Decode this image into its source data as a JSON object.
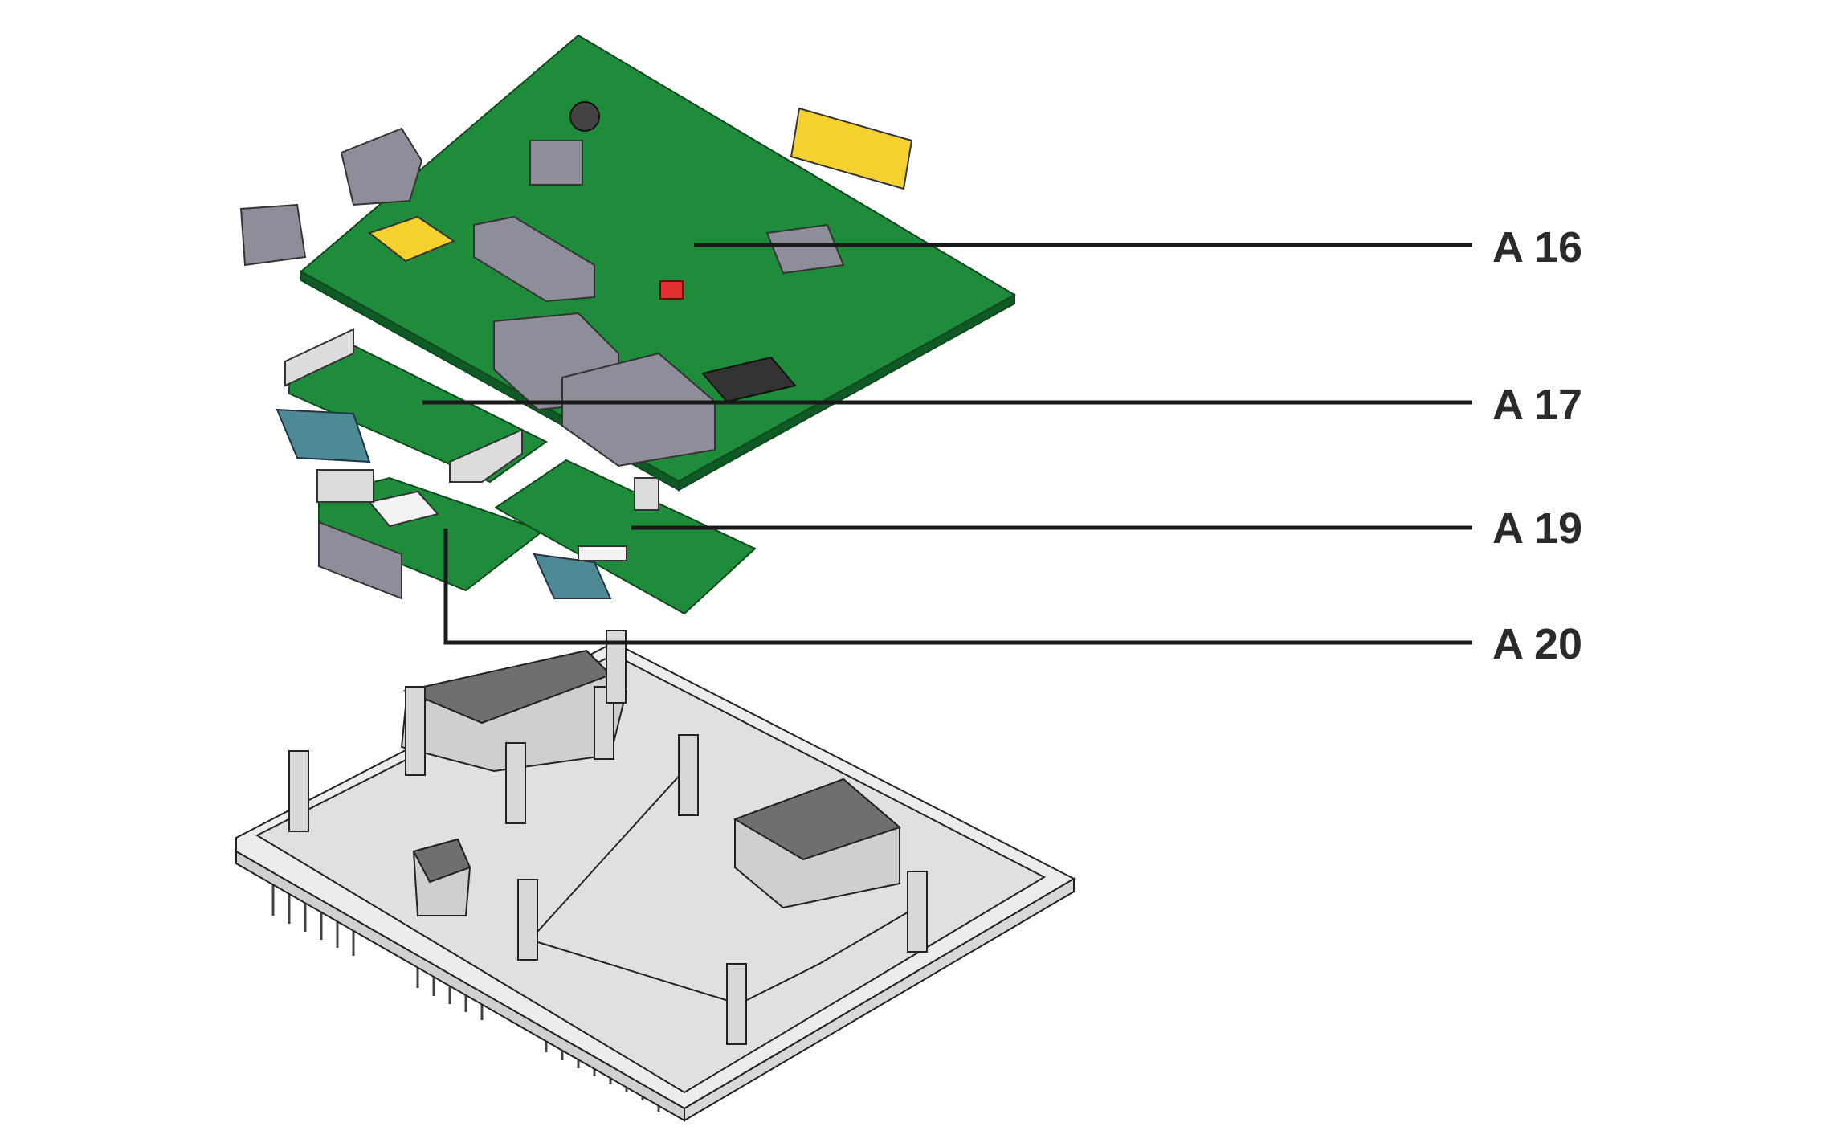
{
  "title": "Exploded view of device assembly",
  "callouts": [
    {
      "id": "a16",
      "label": "A 16"
    },
    {
      "id": "a17",
      "label": "A 17"
    },
    {
      "id": "a19",
      "label": "A 19"
    },
    {
      "id": "a20",
      "label": "A 20"
    }
  ],
  "colors": {
    "pcb": "#1f8c3b",
    "pcb_edge": "#0f4a1e",
    "housing": "#e2e2e2",
    "housing_dark": "#8a8a8a",
    "component": "#8e8e9a",
    "label": "#2a2a2a",
    "leader": "#1a1a1a"
  }
}
